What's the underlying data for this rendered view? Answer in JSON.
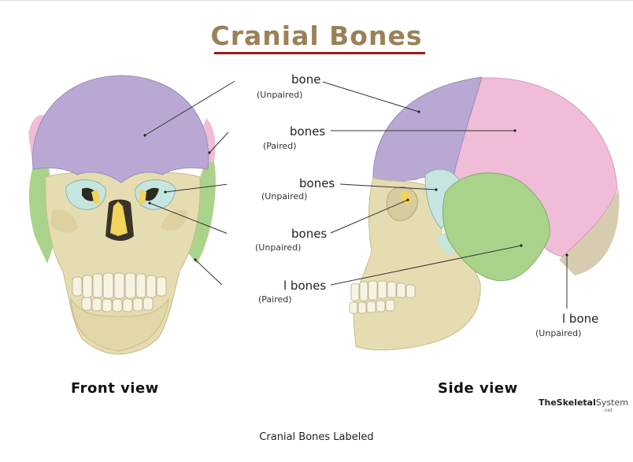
{
  "title": "Cranial Bones",
  "caption": "Cranial Bones Labeled",
  "views": {
    "front": "Front view",
    "side": "Side view"
  },
  "brand": {
    "bold": "TheSkeletal",
    "thin": "System",
    "suffix": ".net"
  },
  "labels": [
    {
      "text": "bone",
      "sub": "(Unpaired)"
    },
    {
      "text": "bones",
      "sub": "(Paired)"
    },
    {
      "text": "bones",
      "sub": "(Unpaired)"
    },
    {
      "text": "bones",
      "sub": "(Unpaired)"
    },
    {
      "text": "l bones",
      "sub": "(Paired)"
    },
    {
      "text": "l bone",
      "sub": "(Unpaired)"
    }
  ],
  "colors": {
    "frontal": "#b9a8d3",
    "parietal": "#f0bcd8",
    "temporal": "#a9d38a",
    "sphenoid": "#c5e5e0",
    "ethmoid": "#f2d35c",
    "occipital": "#d8ccb0",
    "bone": "#e6dcb1",
    "title": "#9b8057",
    "title_rule": "#9b1a1a"
  }
}
